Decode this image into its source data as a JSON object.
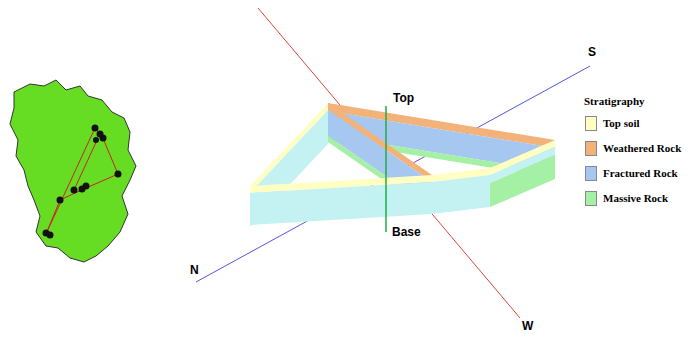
{
  "diagram": {
    "labels": [
      "Top",
      "Base",
      "N",
      "S",
      "W",
      "Stratigraphy"
    ],
    "legend": [
      {
        "text": "Top soil",
        "color": "#ffffc4"
      },
      {
        "text": "Weathered Rock",
        "color": "#f2b27a"
      },
      {
        "text": "Fractured Rock",
        "color": "#a6c8f0"
      },
      {
        "text": "Massive Rock",
        "color": "#a4f0a4"
      }
    ]
  }
}
